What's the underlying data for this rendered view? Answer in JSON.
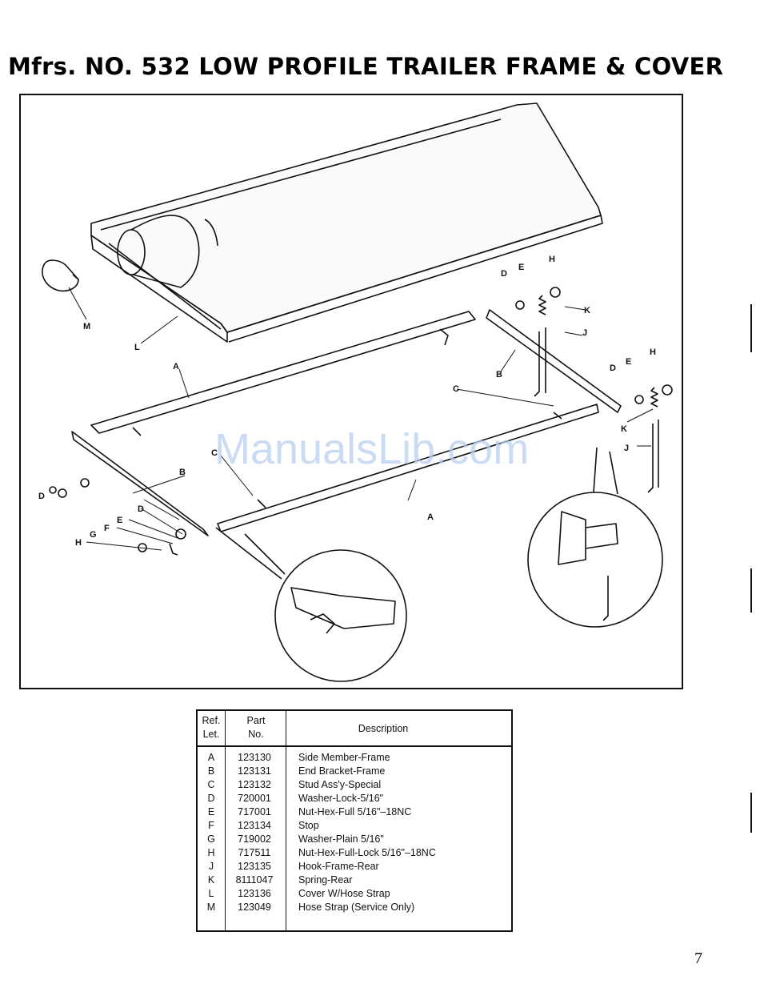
{
  "title": "Mfrs. NO. 532 LOW PROFILE TRAILER FRAME & COVER",
  "watermark": "ManualsLib.com",
  "diagram_labels": {
    "A": "A",
    "B": "B",
    "C": "C",
    "D": "D",
    "E": "E",
    "F": "F",
    "G": "G",
    "H": "H",
    "J": "J",
    "K": "K",
    "L": "L",
    "M": "M"
  },
  "table": {
    "headers": {
      "ref": "Ref.\nLet.",
      "part": "Part\nNo.",
      "description": "Description"
    },
    "rows": [
      {
        "ref": "A",
        "part": "123130",
        "description": "Side Member-Frame"
      },
      {
        "ref": "B",
        "part": "123131",
        "description": "End Bracket-Frame"
      },
      {
        "ref": "C",
        "part": "123132",
        "description": "Stud Ass'y-Special"
      },
      {
        "ref": "D",
        "part": "720001",
        "description": "Washer-Lock-5/16\""
      },
      {
        "ref": "E",
        "part": "717001",
        "description": "Nut-Hex-Full 5/16\"–18NC"
      },
      {
        "ref": "F",
        "part": "123134",
        "description": "Stop"
      },
      {
        "ref": "G",
        "part": "719002",
        "description": "Washer-Plain 5/16\""
      },
      {
        "ref": "H",
        "part": "717511",
        "description": "Nut-Hex-Full-Lock 5/16\"–18NC"
      },
      {
        "ref": "J",
        "part": "123135",
        "description": "Hook-Frame-Rear"
      },
      {
        "ref": "K",
        "part": "8111047",
        "description": "Spring-Rear"
      },
      {
        "ref": "L",
        "part": "123136",
        "description": "Cover W/Hose Strap"
      },
      {
        "ref": "M",
        "part": "123049",
        "description": "Hose Strap (Service Only)"
      }
    ]
  },
  "page_number": "7"
}
